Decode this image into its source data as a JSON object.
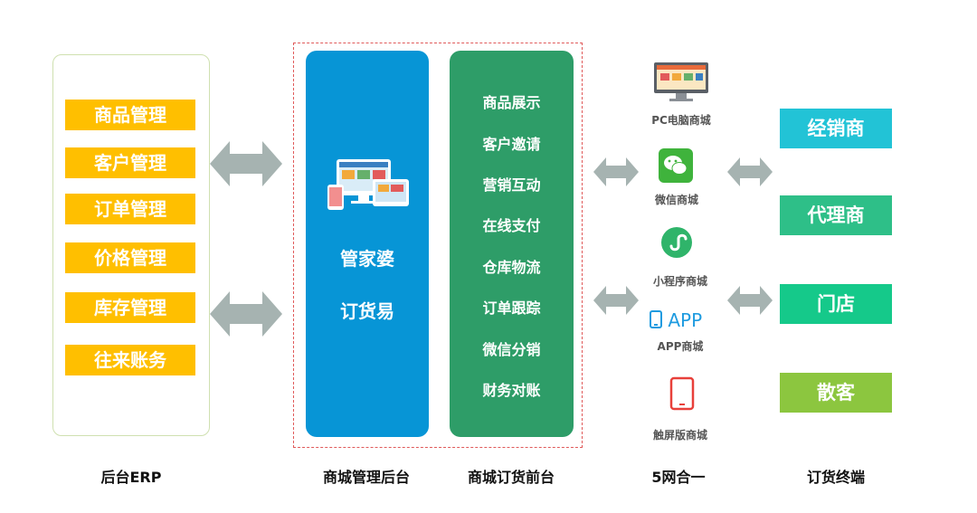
{
  "erp": {
    "items": [
      "商品管理",
      "客户管理",
      "订单管理",
      "价格管理",
      "库存管理",
      "往来账务"
    ],
    "label": "后台ERP"
  },
  "admin": {
    "lines": [
      "管家婆",
      "订货易"
    ],
    "label": "商城管理后台",
    "color": "#0795d6"
  },
  "front": {
    "items": [
      "商品展示",
      "客户邀请",
      "营销互动",
      "在线支付",
      "仓库物流",
      "订单跟踪",
      "微信分销",
      "财务对账"
    ],
    "label": "商城订货前台",
    "color": "#2e9d68"
  },
  "channels": {
    "items": [
      {
        "label": "PC电脑商城",
        "icon": "desktop-icon"
      },
      {
        "label": "微信商城",
        "icon": "wechat-icon"
      },
      {
        "label": "小程序商城",
        "icon": "mini-program-icon"
      },
      {
        "label": "APP商城",
        "icon": "app-icon",
        "logo_text": "APP"
      },
      {
        "label": "触屏版商城",
        "icon": "tablet-icon"
      }
    ],
    "label": "5网合一"
  },
  "terminals": {
    "items": [
      {
        "label": "经销商",
        "color": "#22c3d6"
      },
      {
        "label": "代理商",
        "color": "#2ebf88"
      },
      {
        "label": "门店",
        "color": "#15c98a"
      },
      {
        "label": "散客",
        "color": "#8cc63f"
      }
    ],
    "label": "订货终端"
  }
}
